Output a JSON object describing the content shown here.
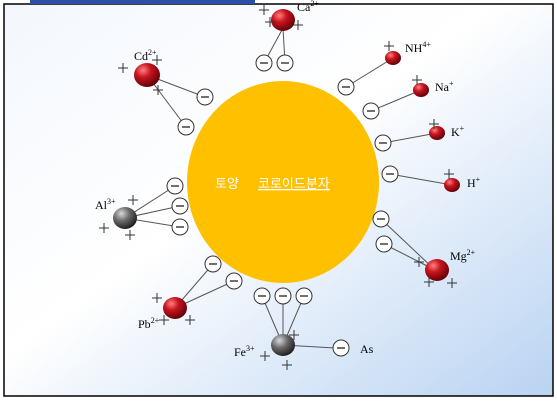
{
  "colloid": {
    "label_part1": "토양",
    "label_part2": "코로이드분자"
  },
  "ions": {
    "ca": {
      "symbol": "Ca",
      "charge": "2+"
    },
    "nh": {
      "symbol": "NH",
      "charge": "4+"
    },
    "na": {
      "symbol": "Na",
      "charge": "+"
    },
    "k": {
      "symbol": "K",
      "charge": "+"
    },
    "h": {
      "symbol": "H",
      "charge": "+"
    },
    "mg": {
      "symbol": "Mg",
      "charge": "2+"
    },
    "fe": {
      "symbol": "Fe",
      "charge": "3+"
    },
    "as": {
      "symbol": "As",
      "charge": ""
    },
    "pb": {
      "symbol": "Pb",
      "charge": "2+"
    },
    "al": {
      "symbol": "Al",
      "charge": "3+"
    },
    "cd": {
      "symbol": "Cd",
      "charge": "2+"
    }
  },
  "signs": {
    "negative": "−",
    "positive": "+"
  },
  "colors": {
    "colloid": "#FFC000",
    "cation_red": "#C0101A",
    "cation_gray": "#555555",
    "background_blue": "#B9D3F2",
    "border": "#000000"
  }
}
